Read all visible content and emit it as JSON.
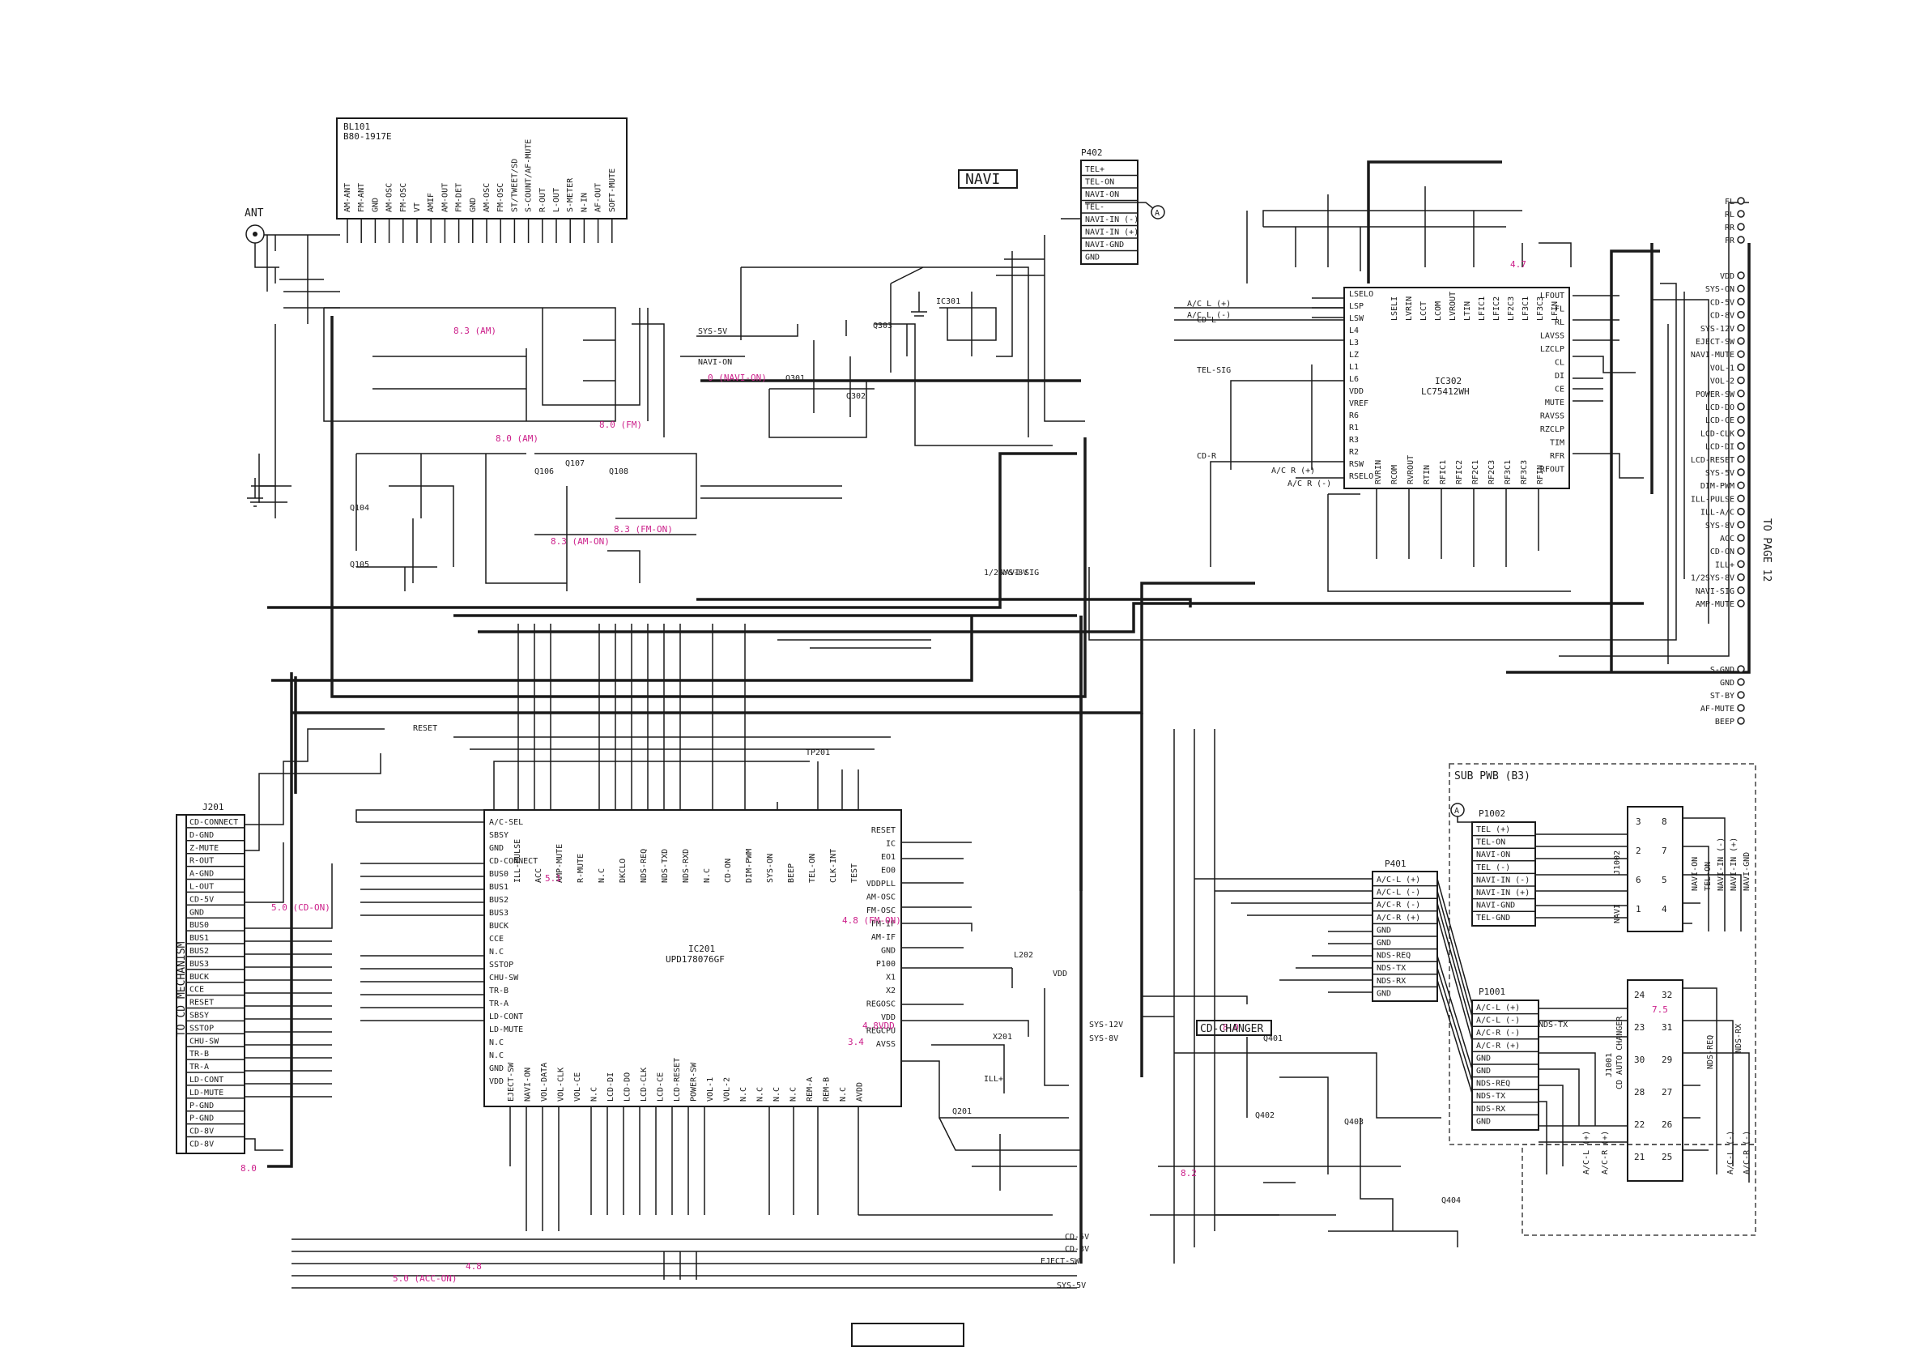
{
  "colors": {
    "line": "#1a1a1a",
    "voltage": "#cc1f8a",
    "background": "#ffffff"
  },
  "bl101": {
    "ref": "BL101",
    "part": "B80-1917E",
    "pins": [
      "AM-ANT",
      "FM-ANT",
      "GND",
      "AM-OSC",
      "FM-OSC",
      "VT",
      "AMIF",
      "AM-OUT",
      "FM-DET",
      "GND",
      "AM-OSC",
      "FM-OSC",
      "ST/TWEET/SD",
      "S-COUNT/AF-MUTE",
      "R-OUT",
      "L-OUT",
      "S-METER",
      "N-IN",
      "AF-OUT",
      "SOFT-MUTE"
    ]
  },
  "ant_label": "ANT",
  "navi_box": "NAVI",
  "p402": {
    "ref": "P402",
    "pins": [
      "TEL+",
      "TEL-ON",
      "NAVI-ON",
      "TEL-",
      "NAVI-IN (-)",
      "NAVI-IN (+)",
      "NAVI-GND",
      "GND"
    ]
  },
  "ic201": {
    "ref": "IC201",
    "part": "UPD178076GF",
    "left_pins": [
      "A/C-SEL",
      "SBSY",
      "GND",
      "CD-CONNECT",
      "BUS0",
      "BUS1",
      "BUS2",
      "BUS3",
      "BUCK",
      "CCE",
      "N.C",
      "SSTOP",
      "CHU-SW",
      "TR-B",
      "TR-A",
      "LD-CONT",
      "LD-MUTE",
      "N.C",
      "N.C",
      "GND",
      "VDD"
    ],
    "right_pins": [
      "RESET",
      "IC",
      "EO1",
      "EO0",
      "VDDPLL",
      "AM-OSC",
      "FM-OSC",
      "FM-IF",
      "AM-IF",
      "GND",
      "P100",
      "X1",
      "X2",
      "REGOSC",
      "VDD",
      "REGCPU",
      "AVSS"
    ],
    "top_pins": [
      "ILL-PULSE",
      "ACC",
      "AMP-MUTE",
      "R-MUTE",
      "N.C",
      "DKCLO",
      "NDS-REQ",
      "NDS-TXD",
      "NDS-RXD",
      "N.C",
      "CD-ON",
      "DIM-PWM",
      "SYS-ON",
      "BEEP",
      "TEL-ON",
      "CLK-INT",
      "TEST"
    ],
    "bottom_pins": [
      "EJECT-SW",
      "NAVI-ON",
      "VOL-DATA",
      "VOL-CLK",
      "VOL-CE",
      "N.C",
      "LCD-DI",
      "LCD-DO",
      "LCD-CLK",
      "LCD-CE",
      "LCD-RESET",
      "POWER-SW",
      "VOL-1",
      "VOL-2",
      "N.C",
      "N.C",
      "N.C",
      "N.C",
      "REM-A",
      "REM-B",
      "N.C",
      "AVDD"
    ]
  },
  "ic302": {
    "ref": "IC302",
    "part": "LC75412WH",
    "left_pins": [
      "LSELO",
      "LSP",
      "LSW",
      "L4",
      "L3",
      "LZ",
      "L1",
      "L6",
      "VDD",
      "VREF",
      "R6",
      "R1",
      "R3",
      "R2",
      "RSW",
      "RSELO"
    ],
    "right_pins": [
      "LFOUT",
      "FL",
      "RL",
      "LAVSS",
      "LZCLP",
      "CL",
      "DI",
      "CE",
      "MUTE",
      "RAVSS",
      "RZCLP",
      "TIM",
      "RFR",
      "RFOUT"
    ],
    "top_pins": [
      "LSELI",
      "LVRIN",
      "LCCT",
      "LCOM",
      "LVROUT",
      "LTIN",
      "LFIC1",
      "LFIC2",
      "LF2C3",
      "LF3C1",
      "LF3C3",
      "LFIN"
    ],
    "bottom_pins": [
      "RVRIN",
      "RCOM",
      "RVROUT",
      "RTIN",
      "RFIC1",
      "RFIC2",
      "RF2C1",
      "RF2C3",
      "RF3C1",
      "RF3C3",
      "RFIN"
    ]
  },
  "j201": {
    "ref": "J201",
    "pins": [
      "CD-CONNECT",
      "D-GND",
      "Z-MUTE",
      "R-OUT",
      "A-GND",
      "L-OUT",
      "CD-5V",
      "GND",
      "BUS0",
      "BUS1",
      "BUS2",
      "BUS3",
      "BUCK",
      "CCE",
      "RESET",
      "SBSY",
      "SSTOP",
      "CHU-SW",
      "TR-B",
      "TR-A",
      "LD-CONT",
      "LD-MUTE",
      "P-GND",
      "P-GND",
      "CD-8V",
      "CD-8V"
    ]
  },
  "to_cd_mechanism": "TO CD MECHANISM",
  "right_signals": [
    "FL",
    "RL",
    "RR",
    "FR",
    "VDD",
    "SYS-ON",
    "CD-5V",
    "CD-8V",
    "SYS-12V",
    "EJECT-SW",
    "NAVI-MUTE",
    "VOL-1",
    "VOL-2",
    "POWER-SW",
    "LCD-DO",
    "LCD-CE",
    "LCD-CLK",
    "LCD-DI",
    "LCD-RESET",
    "SYS-5V",
    "DIM-PWM",
    "ILL-PULSE",
    "ILL-A/C",
    "SYS-8V",
    "ACC",
    "CD-ON",
    "ILL+",
    "1/2SYS-8V",
    "NAVI-SIG",
    "AMP-MUTE",
    "S-GND",
    "GND",
    "ST-BY",
    "AF-MUTE",
    "BEEP"
  ],
  "to_page": "TO PAGE 12",
  "p401": {
    "ref": "P401",
    "pins": [
      "A/C-L (+)",
      "A/C-L (-)",
      "A/C-R (-)",
      "A/C-R (+)",
      "GND",
      "GND",
      "NDS-REQ",
      "NDS-TX",
      "NDS-RX",
      "GND"
    ]
  },
  "cd_changer": "CD-CHANGER",
  "sub_pwb": "SUB PWB (B3)",
  "p1002": {
    "ref": "P1002",
    "pins": [
      "TEL (+)",
      "TEL-ON",
      "NAVI-ON",
      "TEL (-)",
      "NAVI-IN (-)",
      "NAVI-IN (+)",
      "NAVI-GND",
      "TEL-GND"
    ]
  },
  "p1001": {
    "ref": "P1001",
    "pins": [
      "A/C-L (+)",
      "A/C-L (-)",
      "A/C-R (-)",
      "A/C-R (+)",
      "GND",
      "GND",
      "NDS-REQ",
      "NDS-TX",
      "NDS-RX",
      "GND"
    ]
  },
  "j1002": {
    "ref": "J1002",
    "name": "NAVI",
    "nums": [
      "3",
      "8",
      "2",
      "7",
      "6",
      "5",
      "1",
      "4"
    ],
    "labels": [
      "NAVI-ON",
      "TEL-ON",
      "NAVI-IN (-)",
      "NAVI-IN (+)",
      "NAVI-GND"
    ]
  },
  "j1001": {
    "ref": "J1001",
    "name": "CD AUTO CHANGER",
    "nums": [
      "24",
      "32",
      "23",
      "31",
      "30",
      "29",
      "28",
      "27",
      "22",
      "26",
      "21",
      "25"
    ],
    "labels": [
      "NDS-TX",
      "NDS-RX",
      "NDS-REQ",
      "A/C-L (+)",
      "A/C-R (+)",
      "A/C-L (-)",
      "A/C-R (-)"
    ]
  },
  "voltages": [
    "8.3 (AM)",
    "8.0 (AM)",
    "8.0 (FM)",
    "8.3 (AM-ON)",
    "8.3 (FM-ON)",
    "0 (NAVI-ON)",
    "5.0 (CD-ON)",
    "5.0 (ACC-ON)",
    "4.8",
    "8.0",
    "8.2",
    "7.5",
    "4.7",
    "4.8 (FM-ON)",
    "3.4",
    "5.1",
    "4.8VDD",
    "8.0"
  ],
  "misc_labels": [
    "SYS-5V",
    "NAVI-ON",
    "TEL-SIG",
    "CD-L",
    "CD-R",
    "A/C L (+)",
    "A/C L (-)",
    "A/C R (+)",
    "A/C R (-)",
    "RESET",
    "CD-5V",
    "CD-8V",
    "EJECT-SW",
    "SYS-5V",
    "SYS-12V",
    "SYS-8V",
    "NAVI-SIG",
    "1/2SYS-8V",
    "VDD",
    "ILL+",
    "TP201",
    "L202",
    "X201",
    "Q401",
    "Q402",
    "Q403",
    "Q404",
    "Q201",
    "Q301",
    "Q302",
    "Q303",
    "IC301",
    "Q104",
    "Q105",
    "Q106",
    "Q107",
    "Q108"
  ],
  "footer_box": ""
}
